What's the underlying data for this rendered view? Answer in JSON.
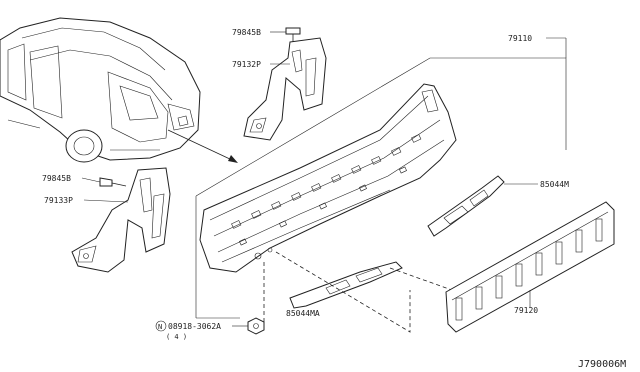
{
  "diagram_code": "J790006M",
  "callouts": {
    "p79110": "79110",
    "p79845_top": "79845B",
    "p79132P": "79132P",
    "p79845_left": "79845B",
    "p79133P": "79133P",
    "p85044M": "85044M",
    "p85044MA": "85044MA",
    "p79120": "79120",
    "nut_ref": "08918-3062A",
    "nut_qty": "( 4 )",
    "nut_symbol": "N"
  },
  "icons": [
    "vehicle-rear-illustration",
    "rear-panel-assembly",
    "bracket-right",
    "bracket-left",
    "bolt",
    "reinforcement",
    "finisher-panel",
    "nut"
  ]
}
